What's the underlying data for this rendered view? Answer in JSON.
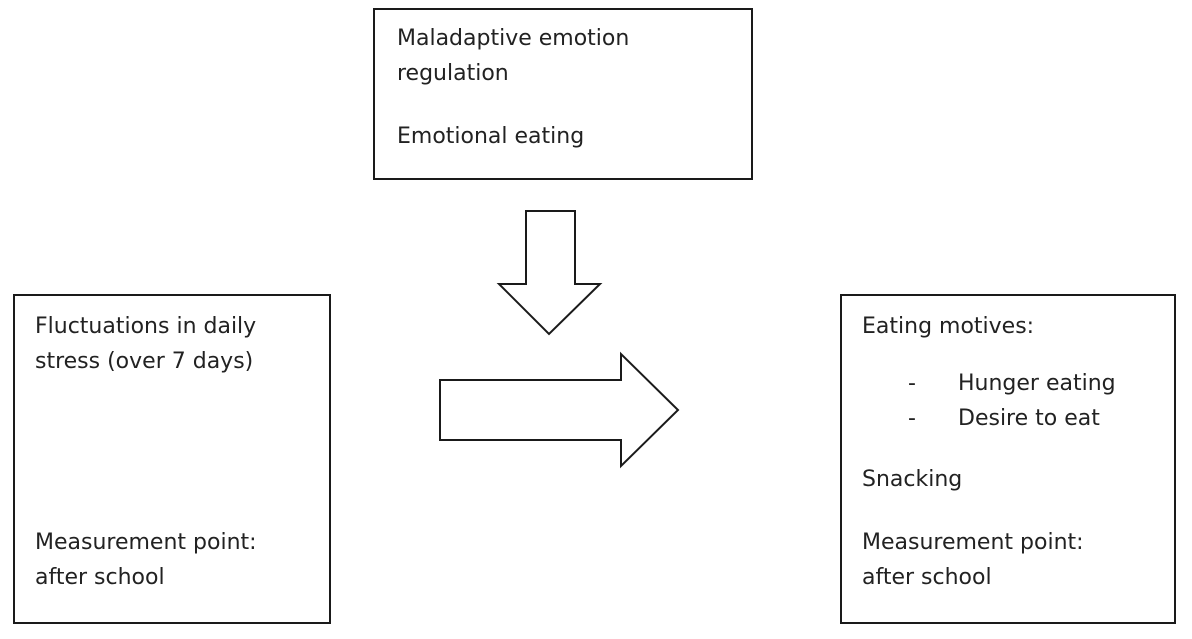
{
  "top_box": {
    "line1": "Maladaptive emotion",
    "line2": "regulation",
    "line3": "Emotional eating"
  },
  "left_box": {
    "line1": "Fluctuations in daily",
    "line2": "stress (over 7 days)",
    "measure_line1": "Measurement point:",
    "measure_line2": "after school"
  },
  "right_box": {
    "title": "Eating motives:",
    "bullet_marker": "-",
    "bullets": [
      "Hunger eating",
      "Desire to eat"
    ],
    "snacking": "Snacking",
    "measure_line1": "Measurement point:",
    "measure_line2": "after school"
  },
  "arrows": {
    "down": "moderation arrow pointing down",
    "right": "main effect arrow pointing right"
  }
}
